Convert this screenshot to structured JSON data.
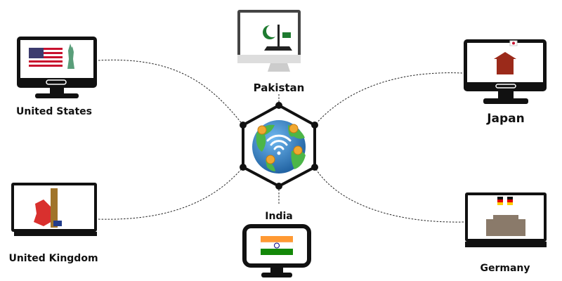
{
  "hub": {
    "icon": "globe-wifi-network-icon"
  },
  "countries": {
    "us": {
      "label": "United States"
    },
    "pakistan": {
      "label": "Pakistan"
    },
    "japan": {
      "label": "Japan"
    },
    "uk": {
      "label": "United Kingdom"
    },
    "germany": {
      "label": "Germany"
    },
    "india": {
      "label": "India"
    }
  },
  "colors": {
    "frame": "#111111",
    "globe_ocean": "#2a7fc9",
    "globe_land": "#4cb648",
    "node": "#f0a830"
  }
}
